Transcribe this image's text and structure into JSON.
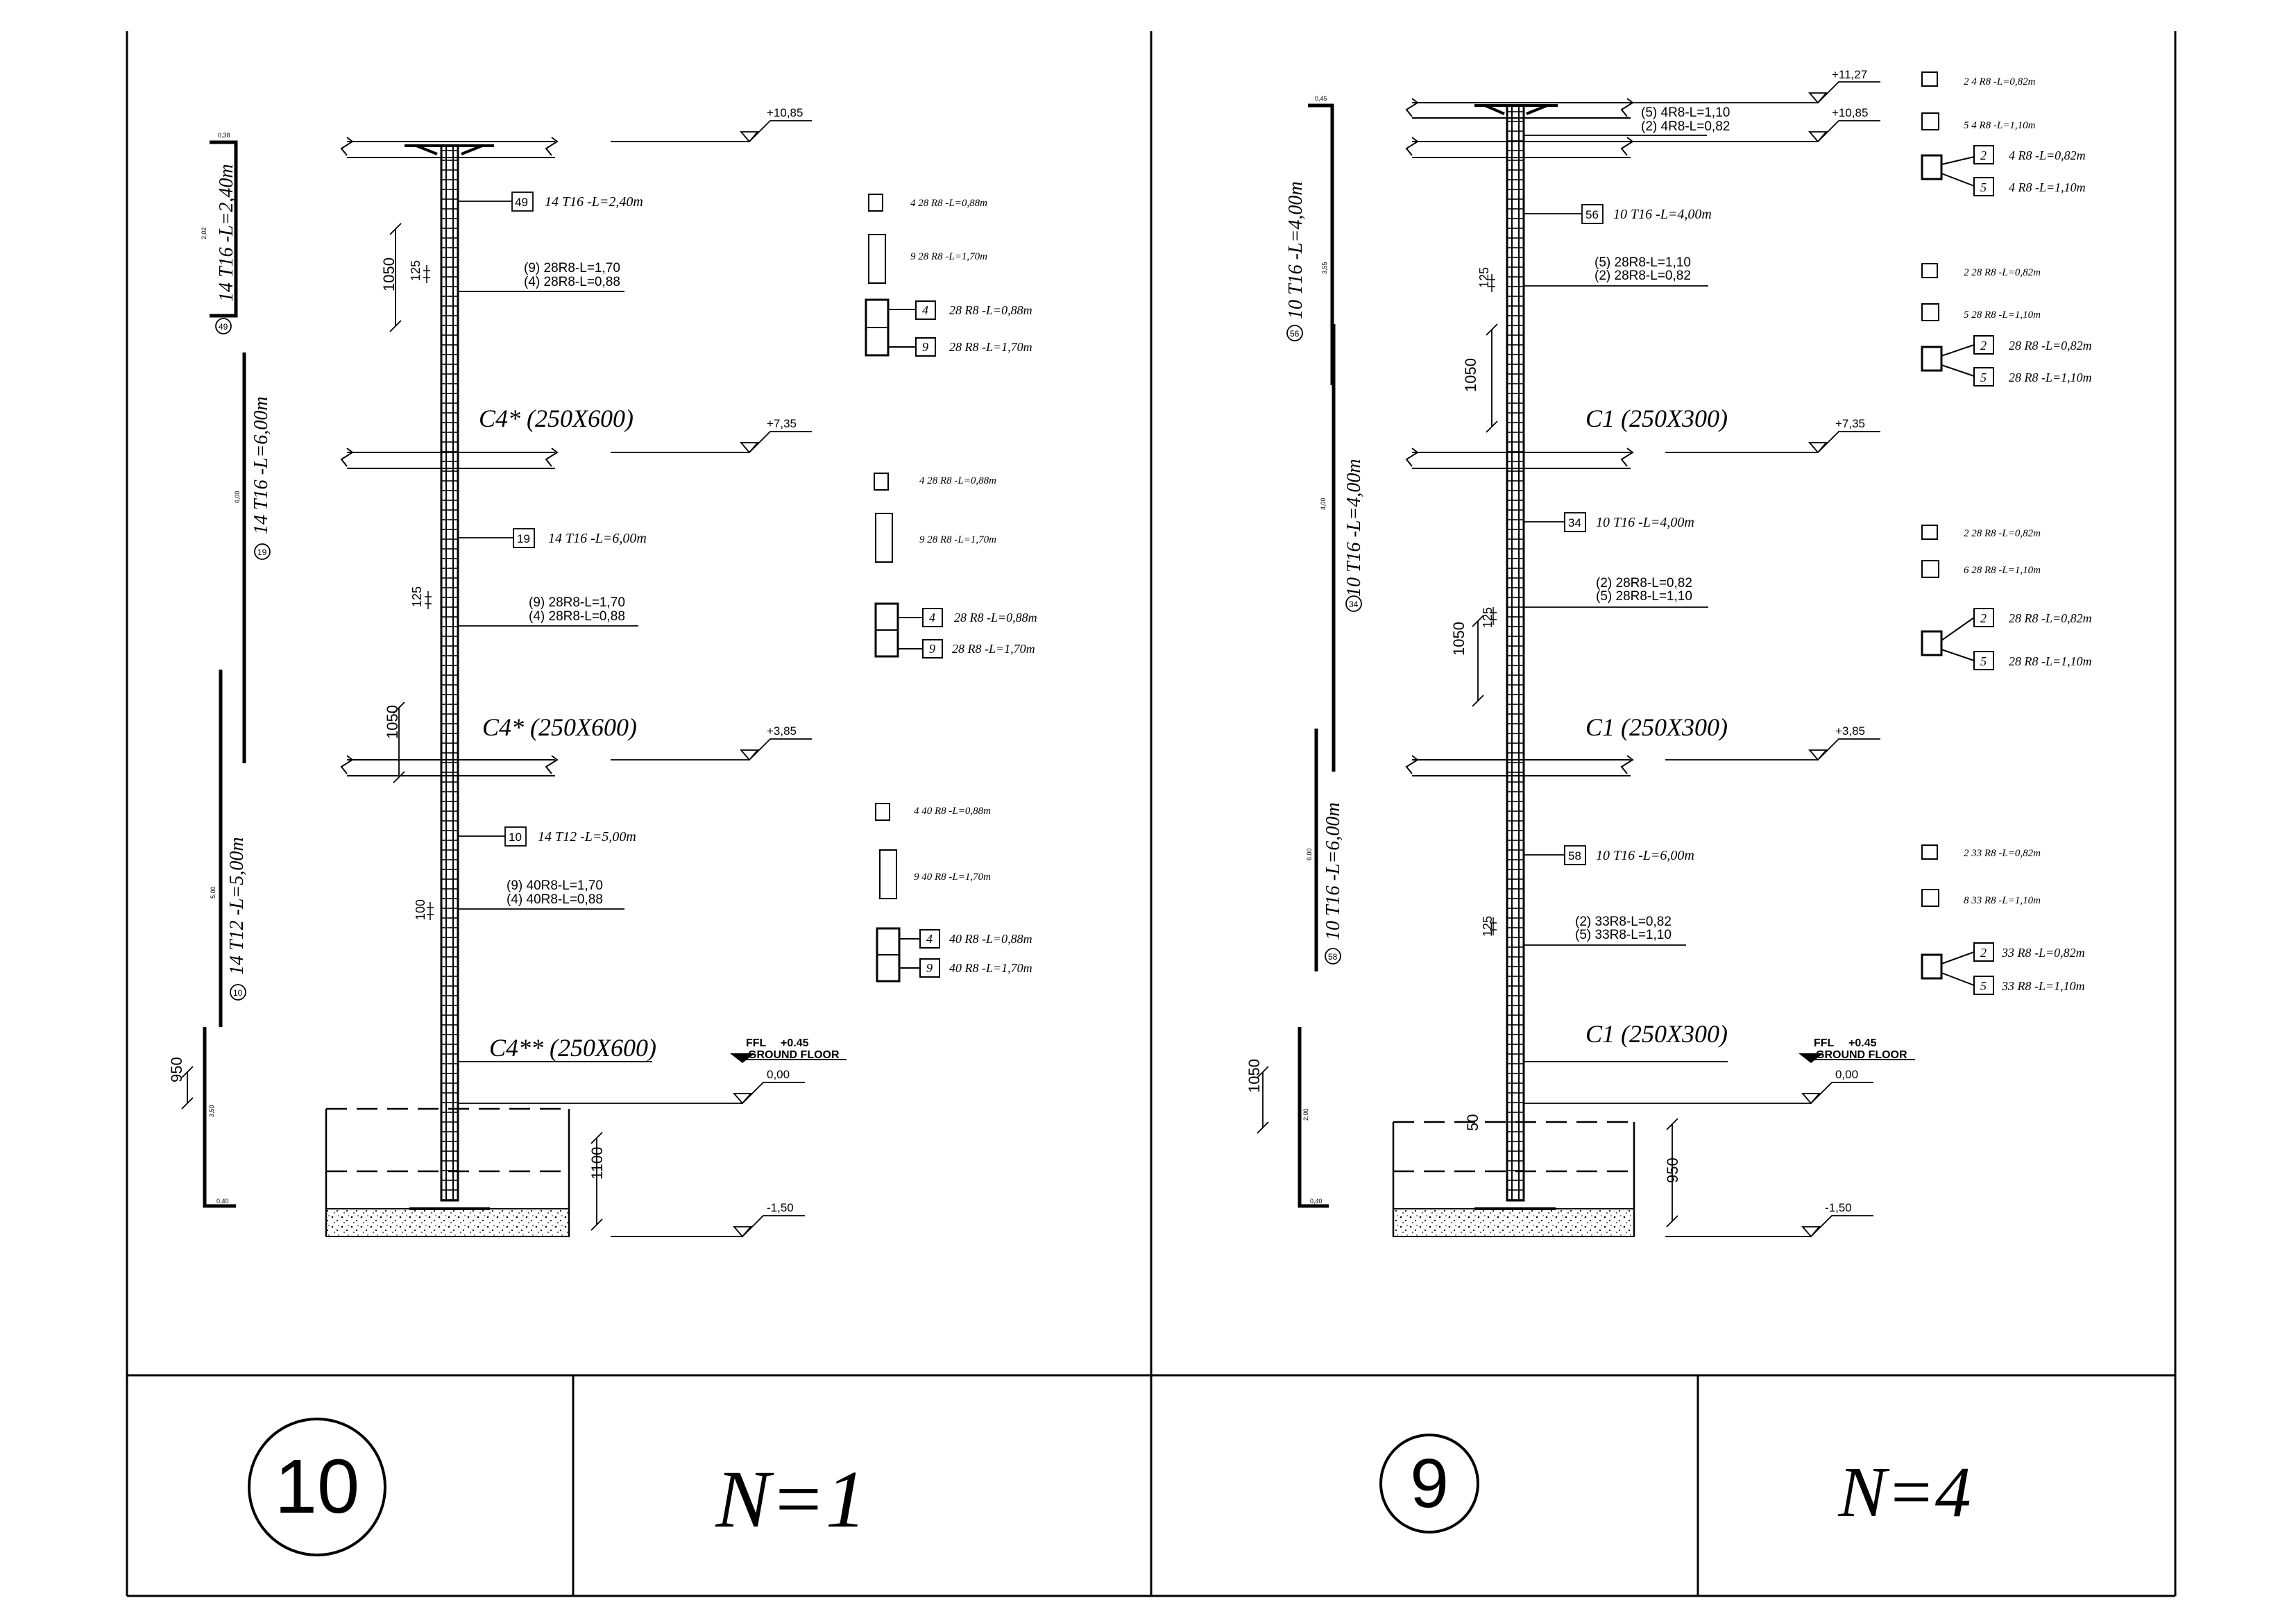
{
  "left": {
    "levels": [
      "+10,85",
      "+7,35",
      "+3,85",
      "0,00",
      "-1,50"
    ],
    "ground": {
      "ffl": "FFL",
      "ffl_value": "+0.45",
      "label": "GROUND FLOOR"
    },
    "sections": [
      "C4*  (250X600)",
      "C4*  (250X600)",
      "C4**  (250X600)"
    ],
    "bars": [
      {
        "mark": "49",
        "text": "14 T16 -L=2,40m"
      },
      {
        "mark": "19",
        "text": "14 T16 -L=6,00m"
      },
      {
        "mark": "10",
        "text": "14 T12 -L=5,00m"
      }
    ],
    "stirrups": [
      {
        "line1": "(9) 28R8-L=1,70",
        "line2": "(4) 28R8-L=0,88"
      },
      {
        "line1": "(9) 28R8-L=1,70",
        "line2": "(4) 28R8-L=0,88"
      },
      {
        "line1": "(9) 40R8-L=1,70",
        "line2": "(4) 40R8-L=0,88"
      }
    ],
    "dims": [
      "1050",
      "125",
      "125",
      "1050",
      "100",
      "950",
      "1100"
    ],
    "bar_schedule": [
      {
        "mark": "49",
        "text": "14 T16 -L=2,40m",
        "top": "0,38",
        "mid": "2,02"
      },
      {
        "mark": "19",
        "text": "14 T16 -L=6,00m",
        "mid": "6,00"
      },
      {
        "mark": "10",
        "text": "14 T12 -L=5,00m",
        "mid": "5,00",
        "bottom": "0,40",
        "low": "3,50"
      }
    ],
    "stirrup_details": [
      {
        "s1": "4  28 R8 -L=0,88m",
        "s2": "9  28 R8 -L=1,70m",
        "b1": "4",
        "t1": "28 R8 -L=0,88m",
        "b2": "9",
        "t2": "28 R8 -L=1,70m"
      },
      {
        "s1": "4  28 R8 -L=0,88m",
        "s2": "9  28 R8 -L=1,70m",
        "b1": "4",
        "t1": "28 R8 -L=0,88m",
        "b2": "9",
        "t2": "28 R8 -L=1,70m"
      },
      {
        "s1": "4  40 R8 -L=0,88m",
        "s2": "9  40 R8 -L=1,70m",
        "b1": "4",
        "t1": "40 R8 -L=0,88m",
        "b2": "9",
        "t2": "40 R8 -L=1,70m"
      }
    ],
    "title_number": "10",
    "count": "N=1"
  },
  "right": {
    "levels": [
      "+11,27",
      "+10,85",
      "+7,35",
      "+3,85",
      "0,00",
      "-1,50"
    ],
    "ground": {
      "ffl": "FFL",
      "ffl_value": "+0.45",
      "label": "GROUND FLOOR"
    },
    "sections": [
      "C1  (250X300)",
      "C1  (250X300)",
      "C1  (250X300)"
    ],
    "top_stirrups": {
      "line1": "(5) 4R8-L=1,10",
      "line2": "(2) 4R8-L=0,82"
    },
    "bars": [
      {
        "mark": "56",
        "text": "10 T16 -L=4,00m"
      },
      {
        "mark": "34",
        "text": "10 T16 -L=4,00m"
      },
      {
        "mark": "58",
        "text": "10 T16 -L=6,00m"
      }
    ],
    "stirrups": [
      {
        "line1": "(5) 28R8-L=1,10",
        "line2": "(2) 28R8-L=0,82"
      },
      {
        "line1": "(2) 28R8-L=0,82",
        "line2": "(5) 28R8-L=1,10"
      },
      {
        "line1": "(2) 33R8-L=0,82",
        "line2": "(5) 33R8-L=1,10"
      }
    ],
    "dims": [
      "125",
      "1050",
      "125",
      "1050",
      "125",
      "1050",
      "50",
      "950"
    ],
    "bar_schedule": [
      {
        "mark": "56",
        "text": "10 T16 -L=4,00m",
        "top": "0,45",
        "mid": "3,55"
      },
      {
        "mark": "34",
        "text": "10 T16 -L=4,00m",
        "mid": "4,00"
      },
      {
        "mark": "58",
        "text": "10 T16 -L=6,00m",
        "mid": "6,00",
        "low": "2,00",
        "bottom": "0,40"
      }
    ],
    "stirrup_details": [
      {
        "s1": "2  4 R8 -L=0,82m",
        "s2": "5  4 R8 -L=1,10m",
        "b1": "2",
        "t1": "4 R8 -L=0,82m",
        "b2": "5",
        "t2": "4 R8 -L=1,10m"
      },
      {
        "s1": "2 28 R8 -L=0,82m",
        "s2": "5 28 R8 -L=1,10m",
        "b1": "2",
        "t1": "28 R8 -L=0,82m",
        "b2": "5",
        "t2": "28 R8 -L=1,10m"
      },
      {
        "s1": "2  28 R8 -L=0,82m",
        "s2": "6  28 R8 -L=1,10m",
        "b1": "2",
        "t1": "28 R8 -L=0,82m",
        "b2": "5",
        "t2": "28 R8 -L=1,10m"
      },
      {
        "s1": "2  33 R8 -L=0,82m",
        "s2": "8 33 R8 -L=1,10m",
        "b1": "2",
        "t1": "33 R8 -L=0,82m",
        "b2": "5",
        "t2": "33 R8 -L=1,10m"
      }
    ],
    "title_number": "9",
    "count": "N=4"
  }
}
